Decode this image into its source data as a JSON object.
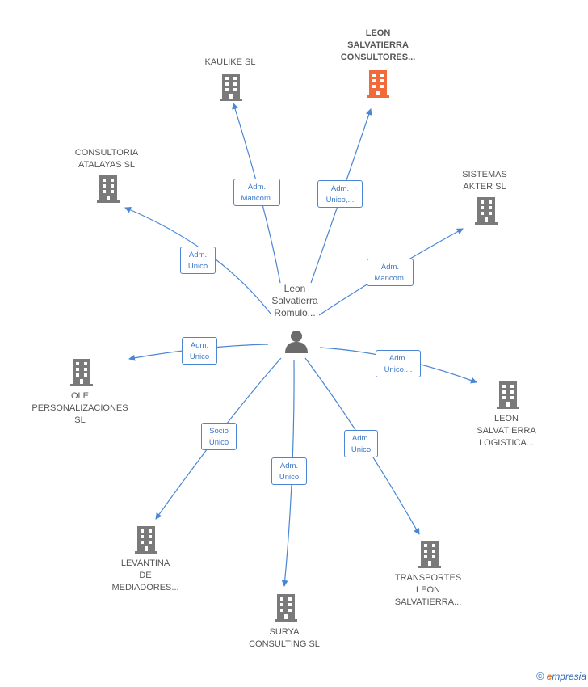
{
  "center": {
    "label": "Leon\nSalvatierra\nRomulo...",
    "icon": "person-icon"
  },
  "companies": [
    {
      "key": "leon-consultores",
      "label": "LEON\nSALVATIERRA\nCONSULTORES...",
      "highlight": true,
      "color": "#f06a3a"
    },
    {
      "key": "kaulike",
      "label": "KAULIKE SL",
      "highlight": false,
      "color": "#7a7a7a"
    },
    {
      "key": "consultoria-atalayas",
      "label": "CONSULTORIA\nATALAYAS SL",
      "highlight": false,
      "color": "#7a7a7a"
    },
    {
      "key": "sistemas-akter",
      "label": "SISTEMAS\nAKTER SL",
      "highlight": false,
      "color": "#7a7a7a"
    },
    {
      "key": "ole-personalizaciones",
      "label": "OLE\nPERSONALIZACIONES\nSL",
      "highlight": false,
      "color": "#7a7a7a"
    },
    {
      "key": "leon-logistica",
      "label": "LEON\nSALVATIERRA\nLOGISTICA...",
      "highlight": false,
      "color": "#7a7a7a"
    },
    {
      "key": "levantina",
      "label": "LEVANTINA\nDE\nMEDIADORES...",
      "highlight": false,
      "color": "#7a7a7a"
    },
    {
      "key": "surya",
      "label": "SURYA\nCONSULTING SL",
      "highlight": false,
      "color": "#7a7a7a"
    },
    {
      "key": "transportes",
      "label": "TRANSPORTES\nLEON\nSALVATIERRA...",
      "highlight": false,
      "color": "#7a7a7a"
    }
  ],
  "relations": [
    {
      "to": "kaulike",
      "label": "Adm.\nMancom."
    },
    {
      "to": "leon-consultores",
      "label": "Adm.\nUnico,..."
    },
    {
      "to": "consultoria-atalayas",
      "label": "Adm.\nUnico"
    },
    {
      "to": "sistemas-akter",
      "label": "Adm.\nMancom."
    },
    {
      "to": "ole-personalizaciones",
      "label": "Adm.\nUnico"
    },
    {
      "to": "leon-logistica",
      "label": "Adm.\nUnico,..."
    },
    {
      "to": "levantina",
      "label": "Socio\nÚnico"
    },
    {
      "to": "surya",
      "label": "Adm.\nUnico"
    },
    {
      "to": "transportes",
      "label": "Adm.\nUnico"
    }
  ],
  "colors": {
    "edge": "#4a86d4",
    "building": "#7a7a7a",
    "highlight": "#f06a3a",
    "person": "#6b6b6b"
  },
  "brand": {
    "copyright": "©",
    "first_letter": "e",
    "rest": "mpresia"
  }
}
